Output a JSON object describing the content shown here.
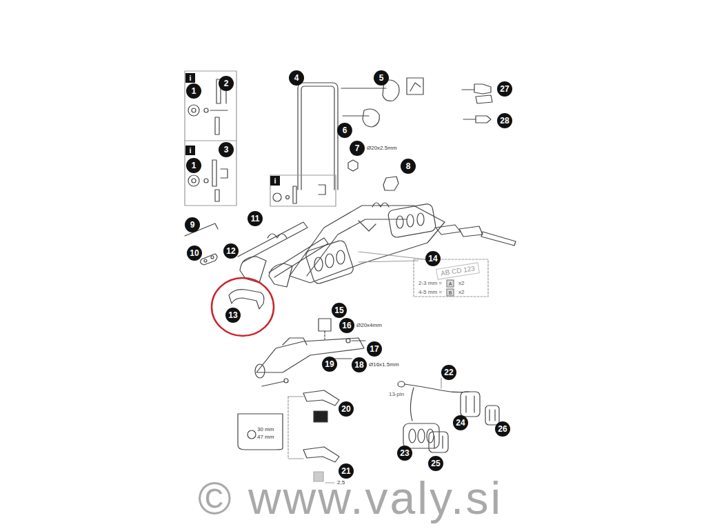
{
  "diagram": {
    "labels": [
      "i",
      "1",
      "2",
      "i",
      "1",
      "3",
      "4",
      "5",
      "6",
      "7",
      "Ø20x2.5mm",
      "27",
      "28",
      "8",
      "i",
      "9",
      "10",
      "11",
      "12",
      "13",
      "14",
      "AB CD 123",
      "2-3 mm =",
      "A",
      "x2",
      "4-5 mm =",
      "B",
      "x2",
      "15",
      "16",
      "Ø20x4mm",
      "17",
      "18",
      "Ø16x1.5mm",
      "19",
      "20",
      "21",
      "2,5",
      "22",
      "13-pin",
      "23",
      "24",
      "25",
      "26",
      "30 mm",
      "47 mm",
      "© www.valy.si"
    ]
  }
}
